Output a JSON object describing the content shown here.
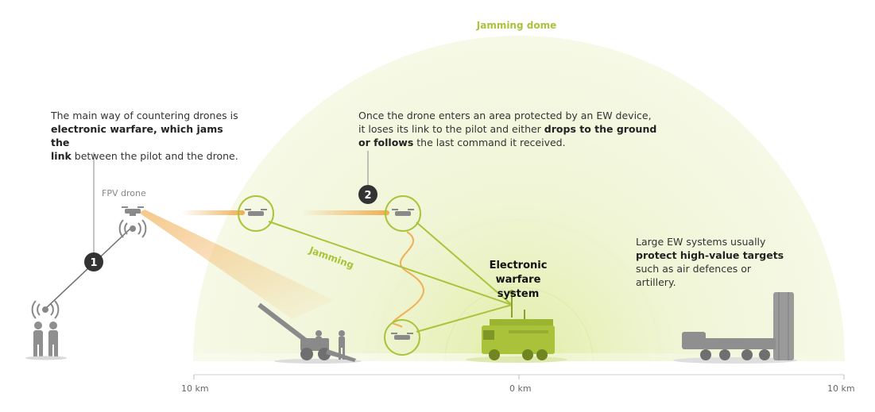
{
  "dome": {
    "title": "Jamming dome"
  },
  "intro": {
    "t1": "The main way of countering drones is",
    "b1": "electronic warfare, which jams the",
    "b2": "link",
    "t2": " between the pilot and the drone."
  },
  "step2": {
    "l1": "Once the drone enters an area protected by an EW device,",
    "l2": "it loses its link to the pilot and either ",
    "b1": "drops to the ground",
    "b2": "or follows",
    "t3": " the last command it received."
  },
  "large": {
    "l1": "Large EW systems usually",
    "b1": "protect high-value targets",
    "l3": "such as air defences or",
    "l4": "artillery."
  },
  "labels": {
    "fpv": "FPV drone",
    "jamming": "Jamming",
    "ew_system": "Electronic warfare system"
  },
  "markers": {
    "one": "1",
    "two": "2"
  },
  "axis": {
    "left": "10 km",
    "center": "0 km",
    "right": "10 km"
  },
  "colors": {
    "dome": "#eaf1c6",
    "accent": "#a8c43a",
    "orange": "#f0a94a",
    "vehicle": "#a9c23a",
    "marker": "#333333"
  }
}
